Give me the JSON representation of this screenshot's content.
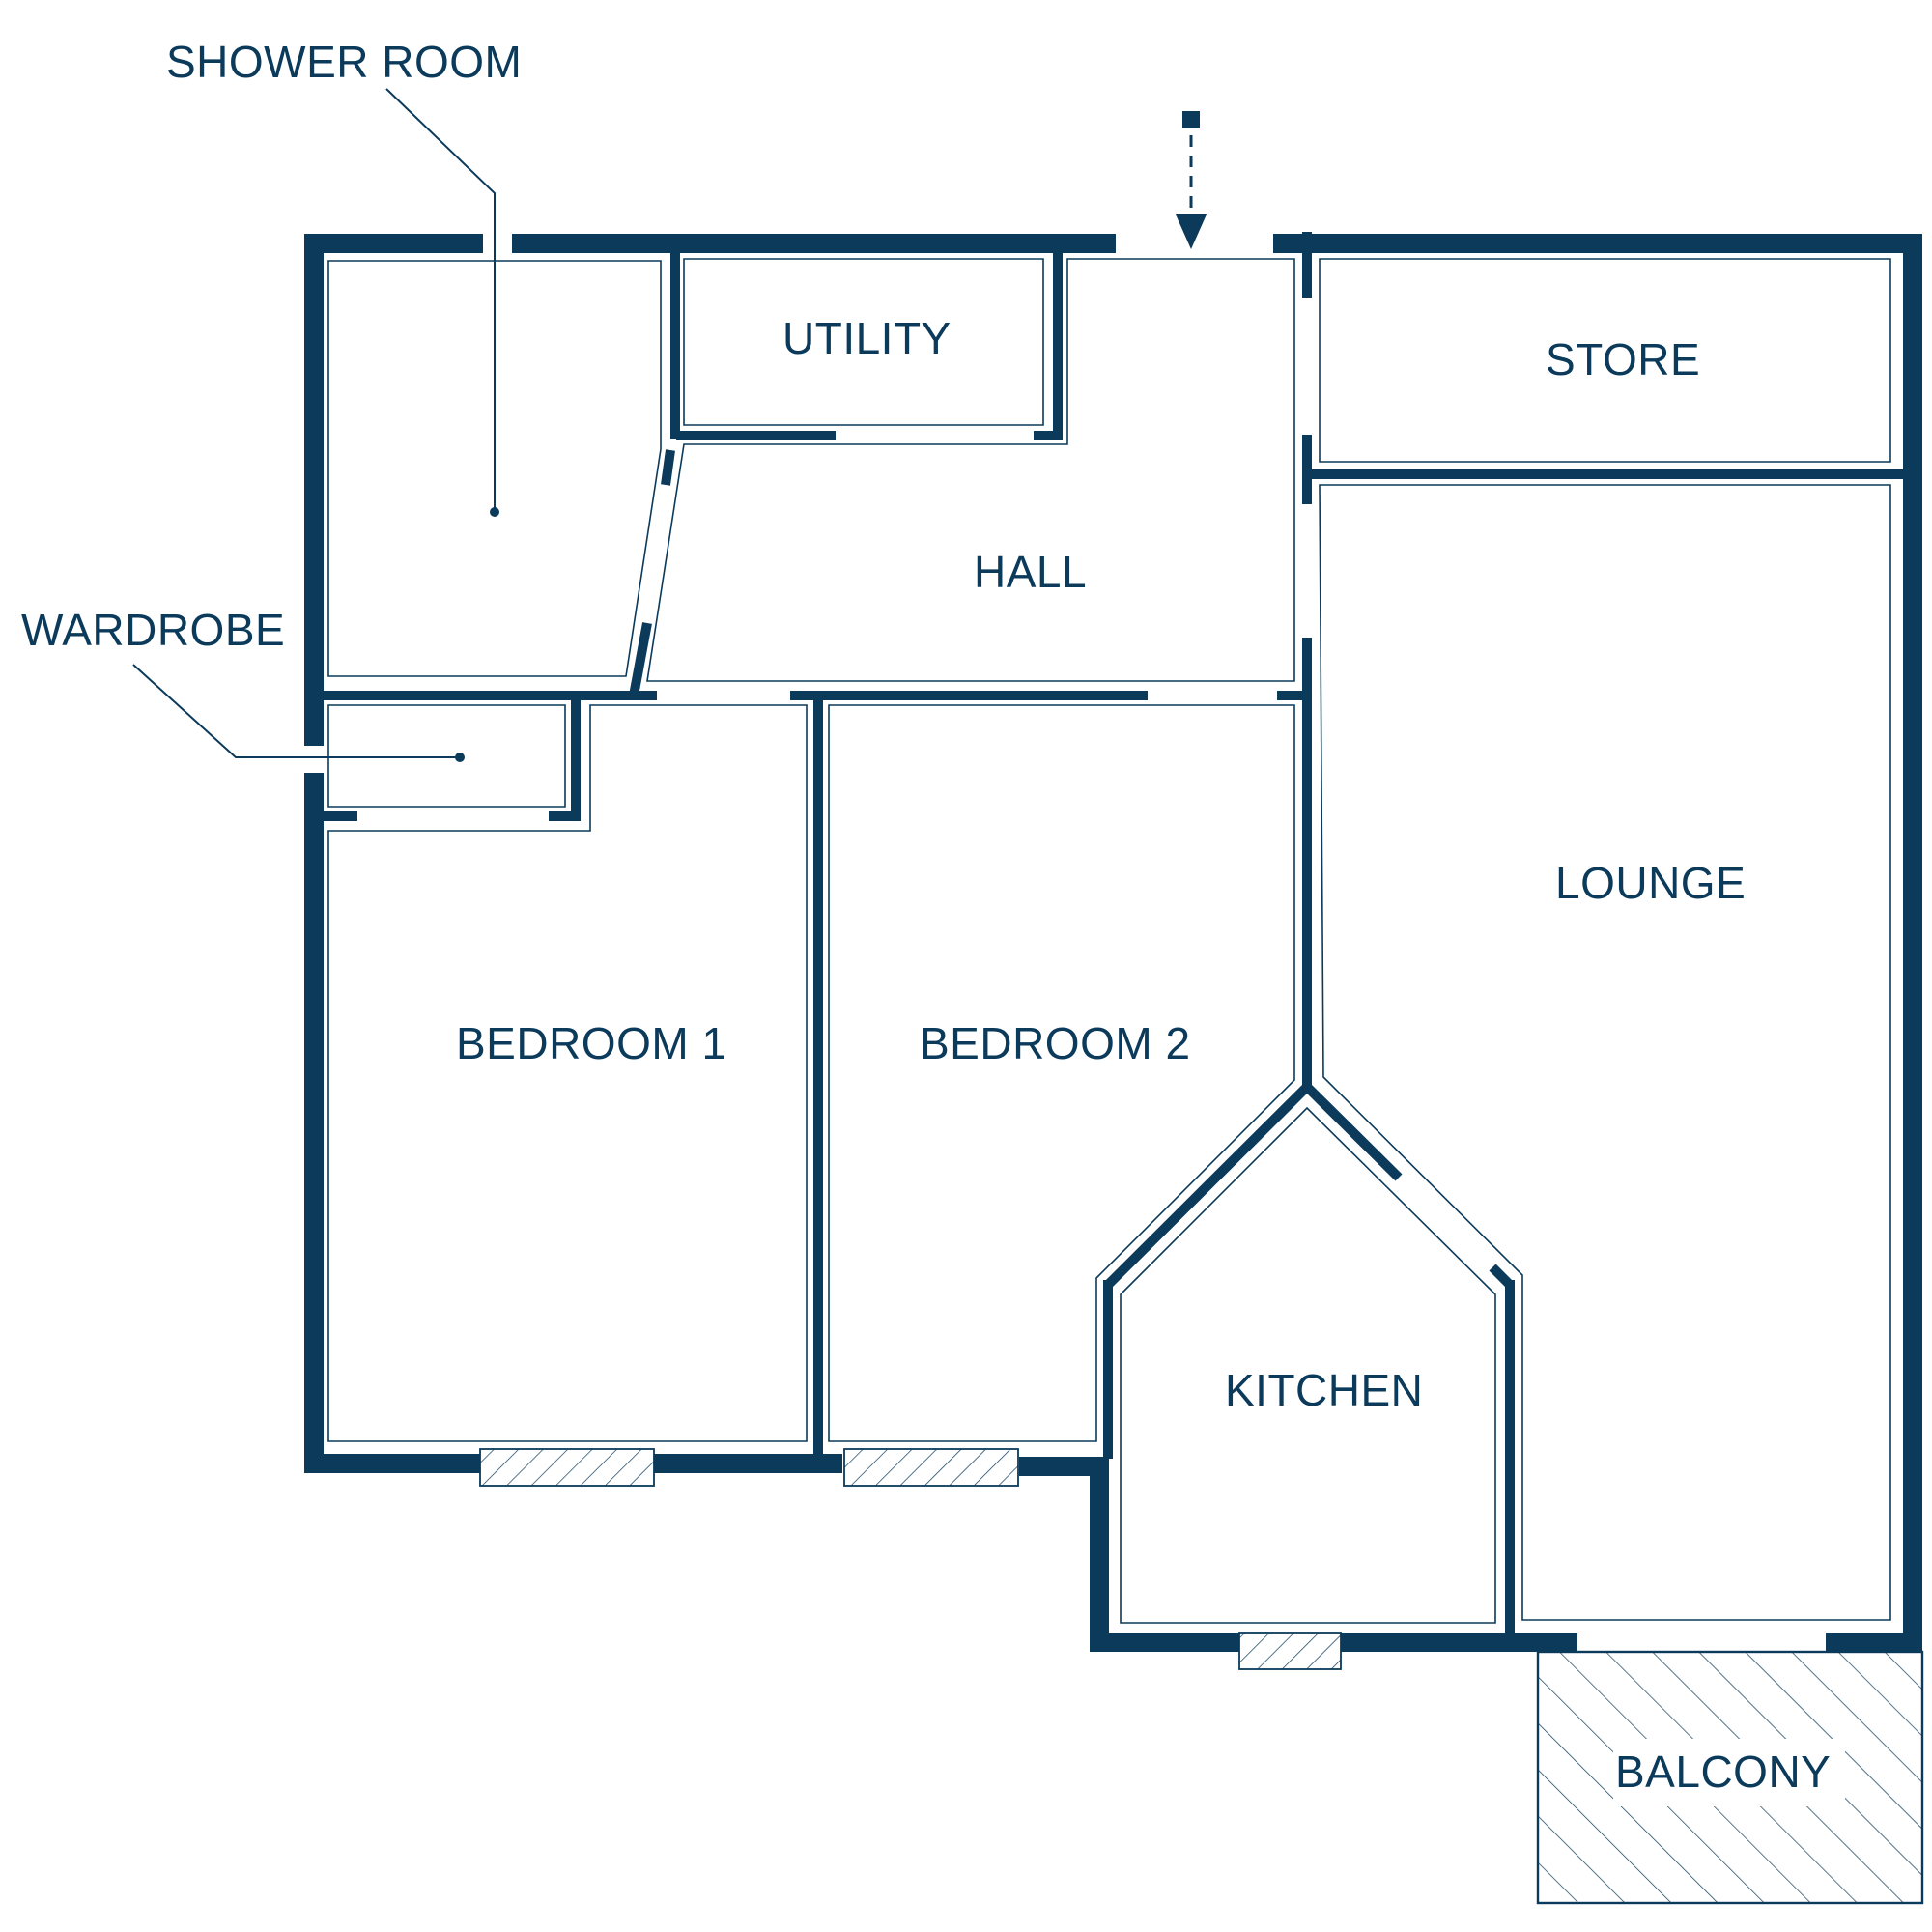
{
  "colors": {
    "wall": "#0b3a5b",
    "background": "#ffffff"
  },
  "rooms": {
    "shower_room": "SHOWER ROOM",
    "wardrobe": "WARDROBE",
    "utility": "UTILITY",
    "hall": "HALL",
    "store": "STORE",
    "lounge": "LOUNGE",
    "bedroom1": "BEDROOM 1",
    "bedroom2": "BEDROOM 2",
    "kitchen": "KITCHEN",
    "balcony": "BALCONY"
  },
  "icons": {
    "entrance": "entrance-arrow-icon"
  }
}
